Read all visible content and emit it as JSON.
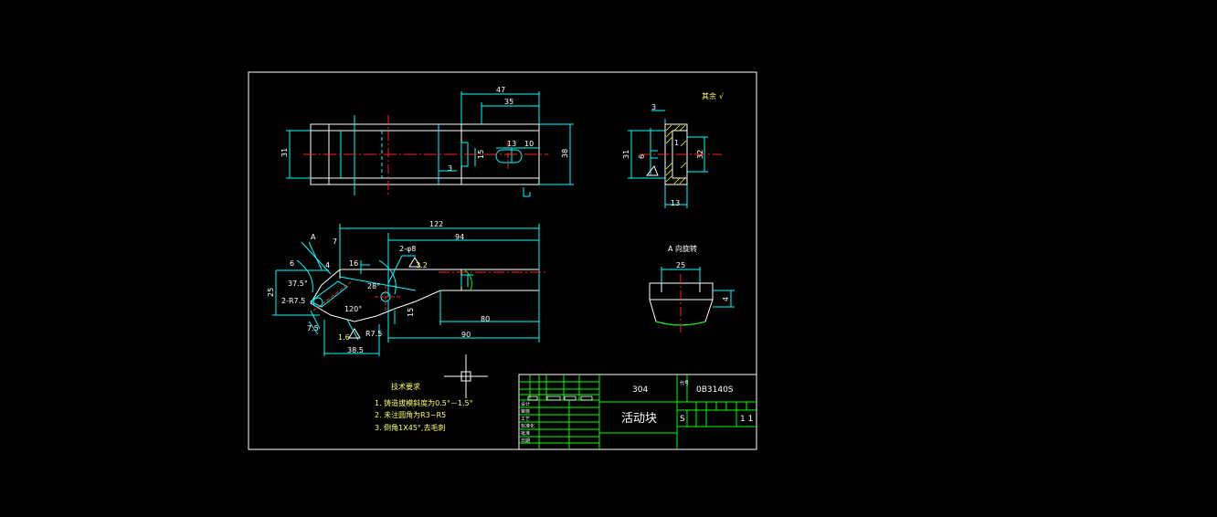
{
  "drawing": {
    "background": "#000000",
    "colors": {
      "outline": "#ffffff",
      "geometry": "#00ffff",
      "centerline": "#ff2222",
      "text": "#ffffff",
      "notes": "#ffff66",
      "hatch": "#ffff00",
      "table": "#00ff00",
      "cursor": "#ffffff"
    },
    "top_view": {
      "dims": {
        "d47": "47",
        "d35": "35",
        "d13": "13",
        "d10": "10",
        "d15": "15",
        "d3": "3",
        "d31": "31",
        "d38": "38"
      }
    },
    "side_view": {
      "dims": {
        "d3": "3",
        "d31": "31",
        "d13": "13",
        "d32": "32",
        "d6": "6",
        "d1": "1"
      }
    },
    "roughness": {
      "label": "其余",
      "symbol": "√"
    },
    "front_view": {
      "dims": {
        "d122": "122",
        "d94": "94",
        "hole_label": "2-φ8",
        "d7": "7",
        "d6": "6",
        "d4": "4",
        "a375": "37.5°",
        "d25": "25",
        "hole2": "2-R7.5",
        "a120": "120°",
        "a28": "28°",
        "d16": "16",
        "d15": "15",
        "r75": "R7.5",
        "d75": "7.5",
        "d385": "38.5",
        "d80": "80",
        "d90": "90",
        "d32": "3.2",
        "d12": "1.6",
        "view_mark": "A"
      }
    },
    "view_a": {
      "title": "A 向旋转",
      "d25": "25",
      "d4": "4"
    },
    "tech_req": {
      "title": "技术要求",
      "items": [
        "1. 铸造拔模斜度为0.5°－1.5°",
        "2. 未注圆角为R3~R5",
        "3. 倒角1X45°,去毛刺"
      ]
    },
    "title_block": {
      "material": "304",
      "code_label": "代号",
      "drawing_no": "0B3140S",
      "name": "活动块",
      "stage_mark": "S",
      "sheet": "1  1",
      "left_labels": [
        "设计",
        "审核",
        "工艺",
        "标准化",
        "批准",
        "日期"
      ]
    }
  }
}
